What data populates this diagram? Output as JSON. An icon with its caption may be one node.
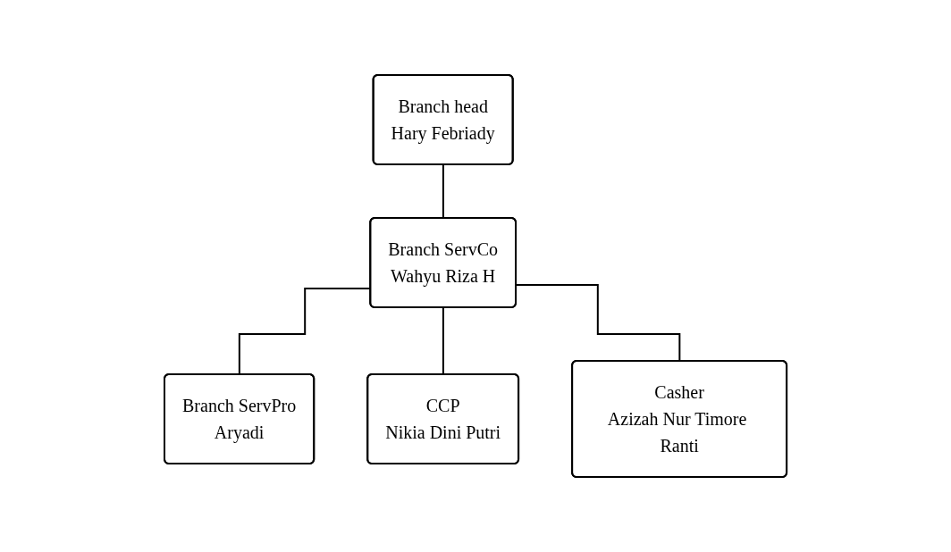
{
  "diagram": {
    "nodes": [
      {
        "text": [
          "Branch head",
          "Hary Febriady"
        ]
      },
      {
        "text": [
          "Branch ServCo",
          "Wahyu Riza H"
        ]
      },
      {
        "text": [
          "Branch ServPro",
          "Aryadi"
        ]
      },
      {
        "text": [
          "CCP",
          "Nikia Dini Putri"
        ]
      },
      {
        "text": [
          "Casher",
          "Azizah Nur Timore Ranti"
        ]
      }
    ],
    "edges": [
      {
        "from": 0,
        "to": 1,
        "arrow": "none"
      },
      {
        "from": 1,
        "to": 2,
        "arrow": "none"
      },
      {
        "from": 1,
        "to": 3,
        "arrow": "none"
      },
      {
        "from": 1,
        "to": 4,
        "arrow": "none"
      }
    ]
  }
}
